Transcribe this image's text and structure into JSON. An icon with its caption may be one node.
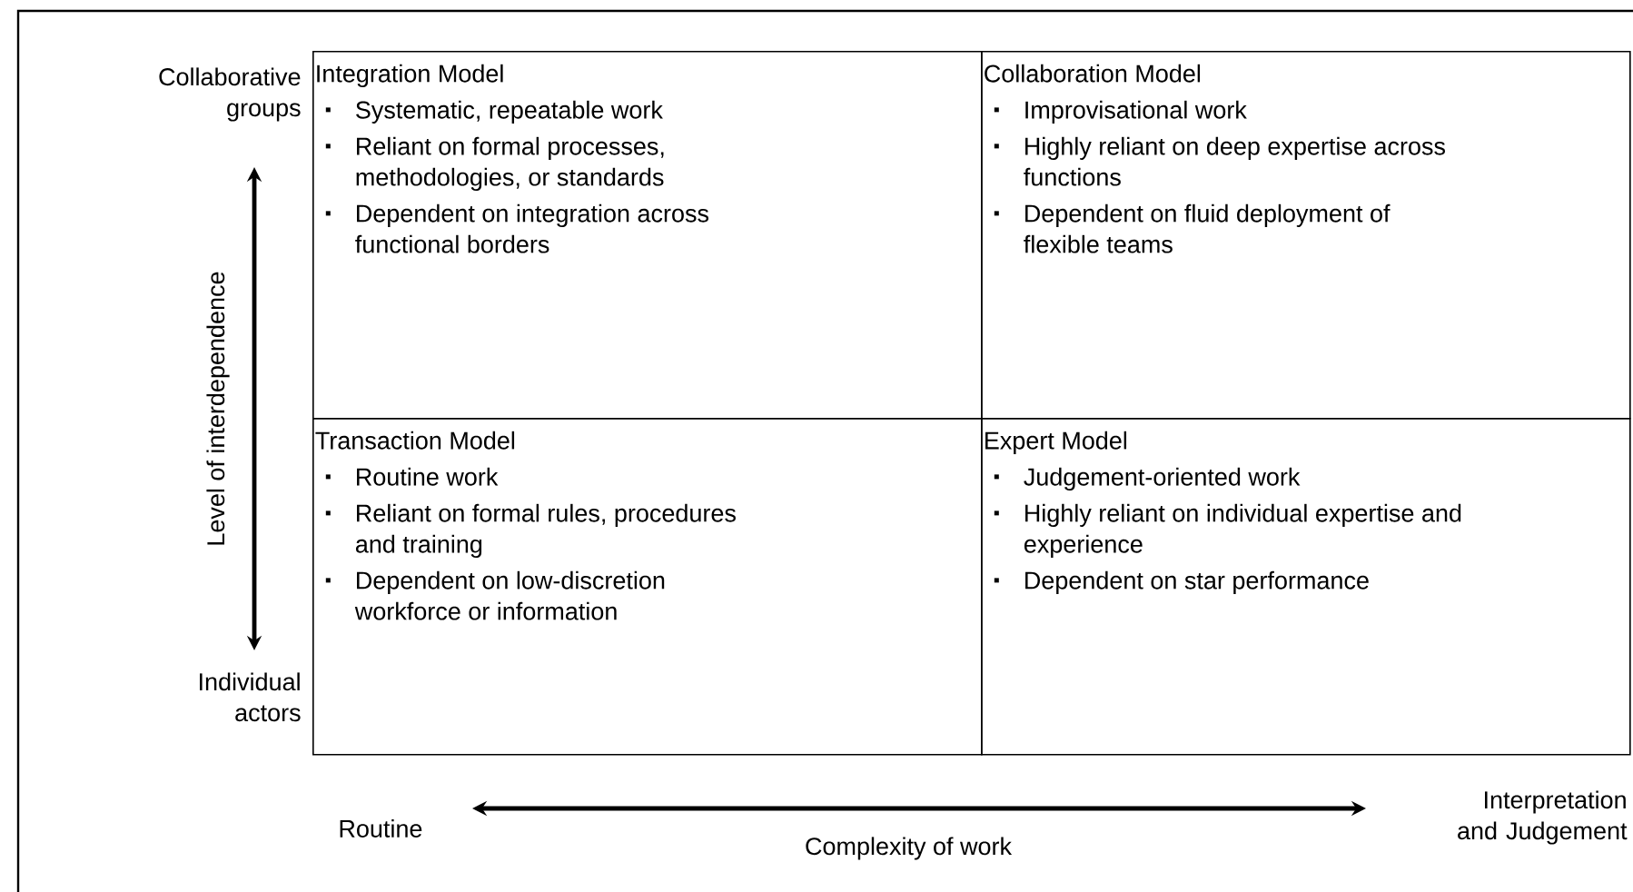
{
  "diagram": {
    "nodes": [
      {
        "text": [
          "Integration Model",
          "Systematic, repeatable work",
          "Reliant on formal processes, methodologies, or standards",
          "Dependent on integration across functional borders"
        ]
      },
      {
        "text": [
          "Collaboration Model",
          "Improvisational work",
          "Highly reliant on deep expertise across functions",
          "Dependent on fluid deployment of flexible teams"
        ]
      },
      {
        "text": [
          "Transaction Model",
          "Routine work",
          "Reliant on formal rules, procedures and training",
          "Dependent on low-discretion workforce or information"
        ]
      },
      {
        "text": [
          "Expert Model",
          "Judgement-oriented work",
          "Highly reliant on individual expertise and experience",
          "Dependent on star performance"
        ]
      }
    ],
    "labels": [
      "Collaborative groups",
      "Level of interdependence",
      "Individual actors",
      "Routine",
      "Complexity of work",
      "Interpretation and Judgement"
    ]
  }
}
